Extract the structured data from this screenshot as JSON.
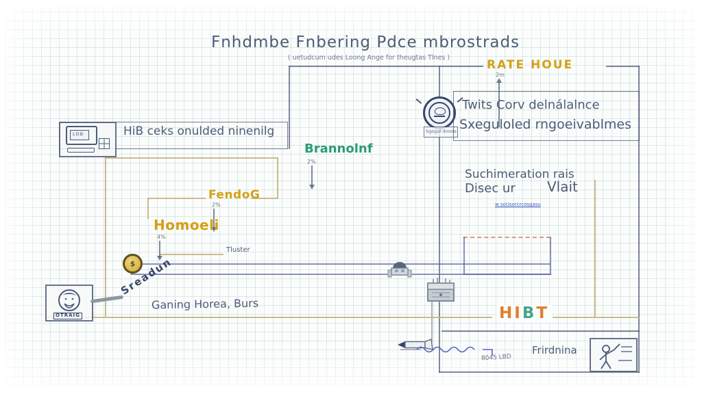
{
  "colors": {
    "ink": "#4d5b76",
    "gold": "#d4a017",
    "tan": "#c8b482",
    "navy": "#6066a0",
    "green": "#2a9d72",
    "orange": "#e07f2e",
    "teal": "#46a58c",
    "reddash": "#d9886a",
    "link": "#3f57c4"
  },
  "title": {
    "main": "Fnhdmbe Fnbering Pdce mbrostrads",
    "subtitle": "( uetudcum udes Loong Ange for theugtas Tlnes )"
  },
  "rate": {
    "label": "RATE HOUE",
    "annotation": "2m"
  },
  "monitor": {
    "screen_label": "LDB",
    "caption": "HiB ceks onulded ninenilg"
  },
  "badge": {
    "caption": "Sgogul droste"
  },
  "twits": {
    "line1": "Twits Corv delnálalnce",
    "line2": "Sxeguloled rngoeivablmes"
  },
  "suchimeration": {
    "line1": "Suchimeration rais",
    "line2_left": "Disec ur",
    "line2_right": "Vlait",
    "link": "w soUsorcrcosgasu"
  },
  "branmlnf": {
    "label": "Brannolnf",
    "annotation": "2%"
  },
  "fendog": {
    "label": "FendoG",
    "annotation": "2%"
  },
  "homoel": {
    "label": "Homoeli",
    "annotation": "4%"
  },
  "tluster": {
    "label": "Tluster"
  },
  "coin": {
    "symbol": "$"
  },
  "sreadun": {
    "label": "Sreadun"
  },
  "person": {
    "caption": "OTRAIG"
  },
  "ganing": {
    "label": "Ganing Horea, Burs"
  },
  "hibt": {
    "part1": "HI",
    "part2": "B",
    "part3": "T"
  },
  "frindning": {
    "label": "Frirdnina",
    "annotation": "8045 LBD"
  }
}
